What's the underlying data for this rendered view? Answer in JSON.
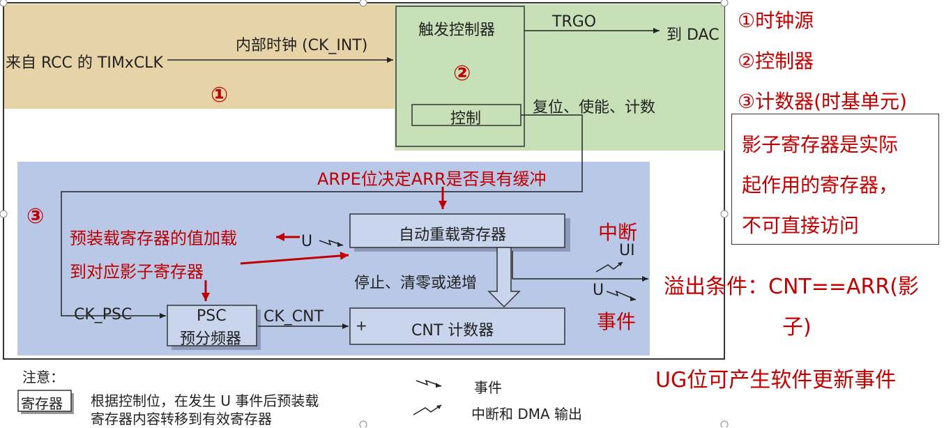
{
  "colors": {
    "clock_region": "#e6d3a8",
    "controller_region": "#c7e0b8",
    "timebase_region": "#b8c8e6",
    "box_fill": "#c9d5ec",
    "annotation_red": "#c00000",
    "text_dark": "#222222"
  },
  "clock_source": {
    "input_label": "来自 RCC 的 TIMxCLK",
    "internal_clock_label": "内部时钟 (CK_INT)",
    "region_number": "①"
  },
  "controller": {
    "title": "触发控制器",
    "region_number": "②",
    "control_box": "控制",
    "trgo_label": "TRGO",
    "dac_label": "到 DAC",
    "reset_enable_label": "复位、使能、计数"
  },
  "timebase": {
    "region_number": "③",
    "arpe_note": "ARPE位决定ARR是否具有缓冲",
    "arr_box": "自动重载寄存器",
    "preload_note_line1": "预装载寄存器的值加载",
    "preload_note_line2": "到对应影子寄存器",
    "u_event_label": "U",
    "ck_psc_label": "CK_PSC",
    "psc_box_line1": "PSC",
    "psc_box_line2": "预分频器",
    "ck_cnt_label": "CK_CNT",
    "cnt_box": "CNT 计数器",
    "cnt_plus": "+",
    "stop_clear_label": "停止、清零或递增",
    "interrupt_label": "中断",
    "ui_label": "UI",
    "u_out_label": "U",
    "event_label": "事件"
  },
  "legend": {
    "title": "注意：",
    "register_sample": "寄存器",
    "register_desc_line1": "根据控制位，在发生 U 事件后预装载",
    "register_desc_line2": "寄存器内容转移到有效寄存器",
    "event_symbol_label": "事件",
    "interrupt_dma_label": "中断和 DMA 输出"
  },
  "side_notes": {
    "item1": "①时钟源",
    "item2": "②控制器",
    "item3": "③计数器(时基单元)",
    "shadow_note_line1": "影子寄存器是实际",
    "shadow_note_line2": "起作用的寄存器，",
    "shadow_note_line3": "不可直接访问",
    "overflow_line1": "溢出条件：CNT==ARR(影",
    "overflow_line2": "子)",
    "ug_note": "UG位可产生软件更新事件"
  }
}
